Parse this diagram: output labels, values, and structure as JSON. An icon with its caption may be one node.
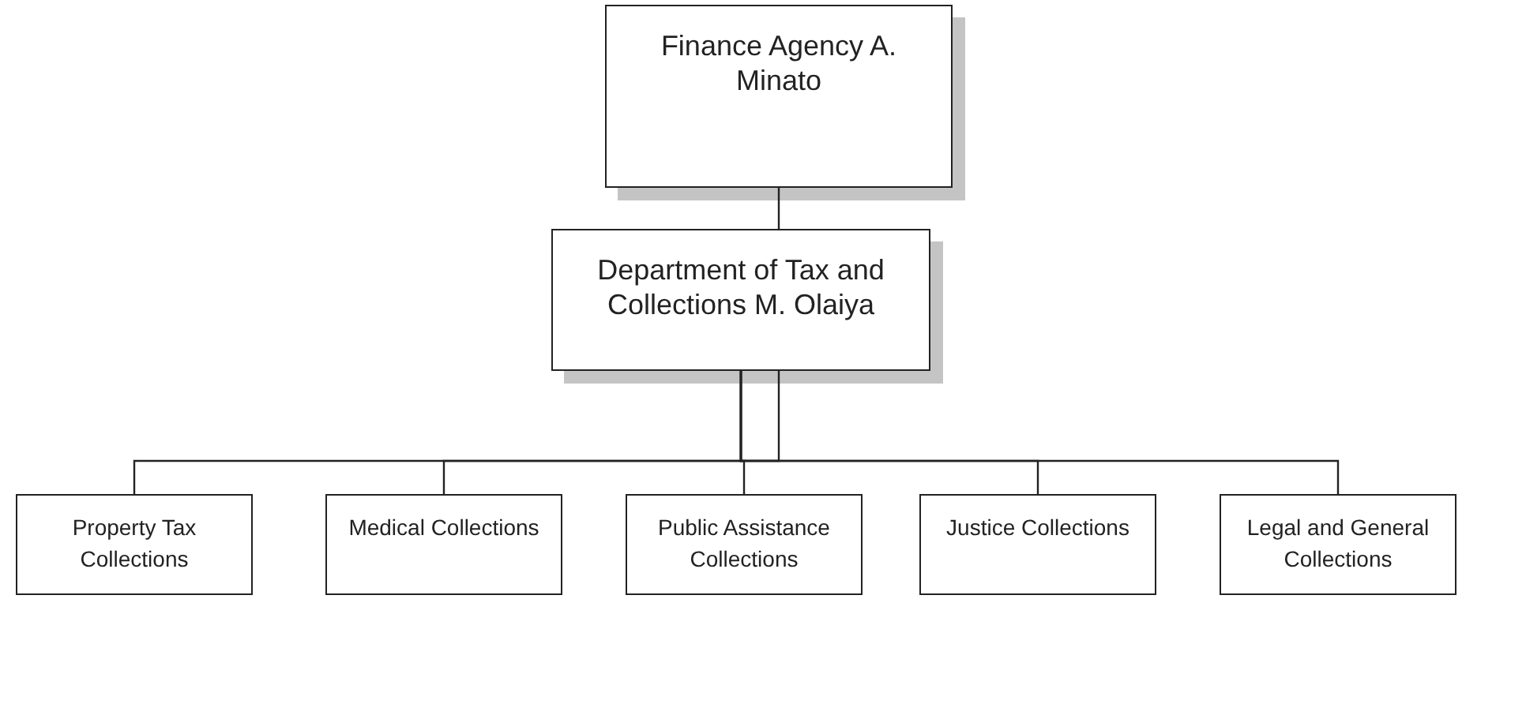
{
  "diagram": {
    "nodes": [
      {
        "text": [
          "Finance Agency A. Minato"
        ]
      },
      {
        "text": [
          "Department of Tax and Collections M. Olaiya"
        ]
      },
      {
        "text": [
          "Property Tax Collections"
        ]
      },
      {
        "text": [
          "Medical Collections"
        ]
      },
      {
        "text": [
          "Public Assistance Collections"
        ]
      },
      {
        "text": [
          "Justice Collections"
        ]
      },
      {
        "text": [
          "Legal and General Collections"
        ]
      }
    ],
    "edges": [
      {
        "from": 0,
        "to": 1,
        "arrow": "none"
      },
      {
        "from": 1,
        "to": 2,
        "arrow": "none"
      },
      {
        "from": 1,
        "to": 3,
        "arrow": "none"
      },
      {
        "from": 1,
        "to": 4,
        "arrow": "none"
      },
      {
        "from": 1,
        "to": 5,
        "arrow": "none"
      },
      {
        "from": 1,
        "to": 6,
        "arrow": "none"
      }
    ]
  }
}
